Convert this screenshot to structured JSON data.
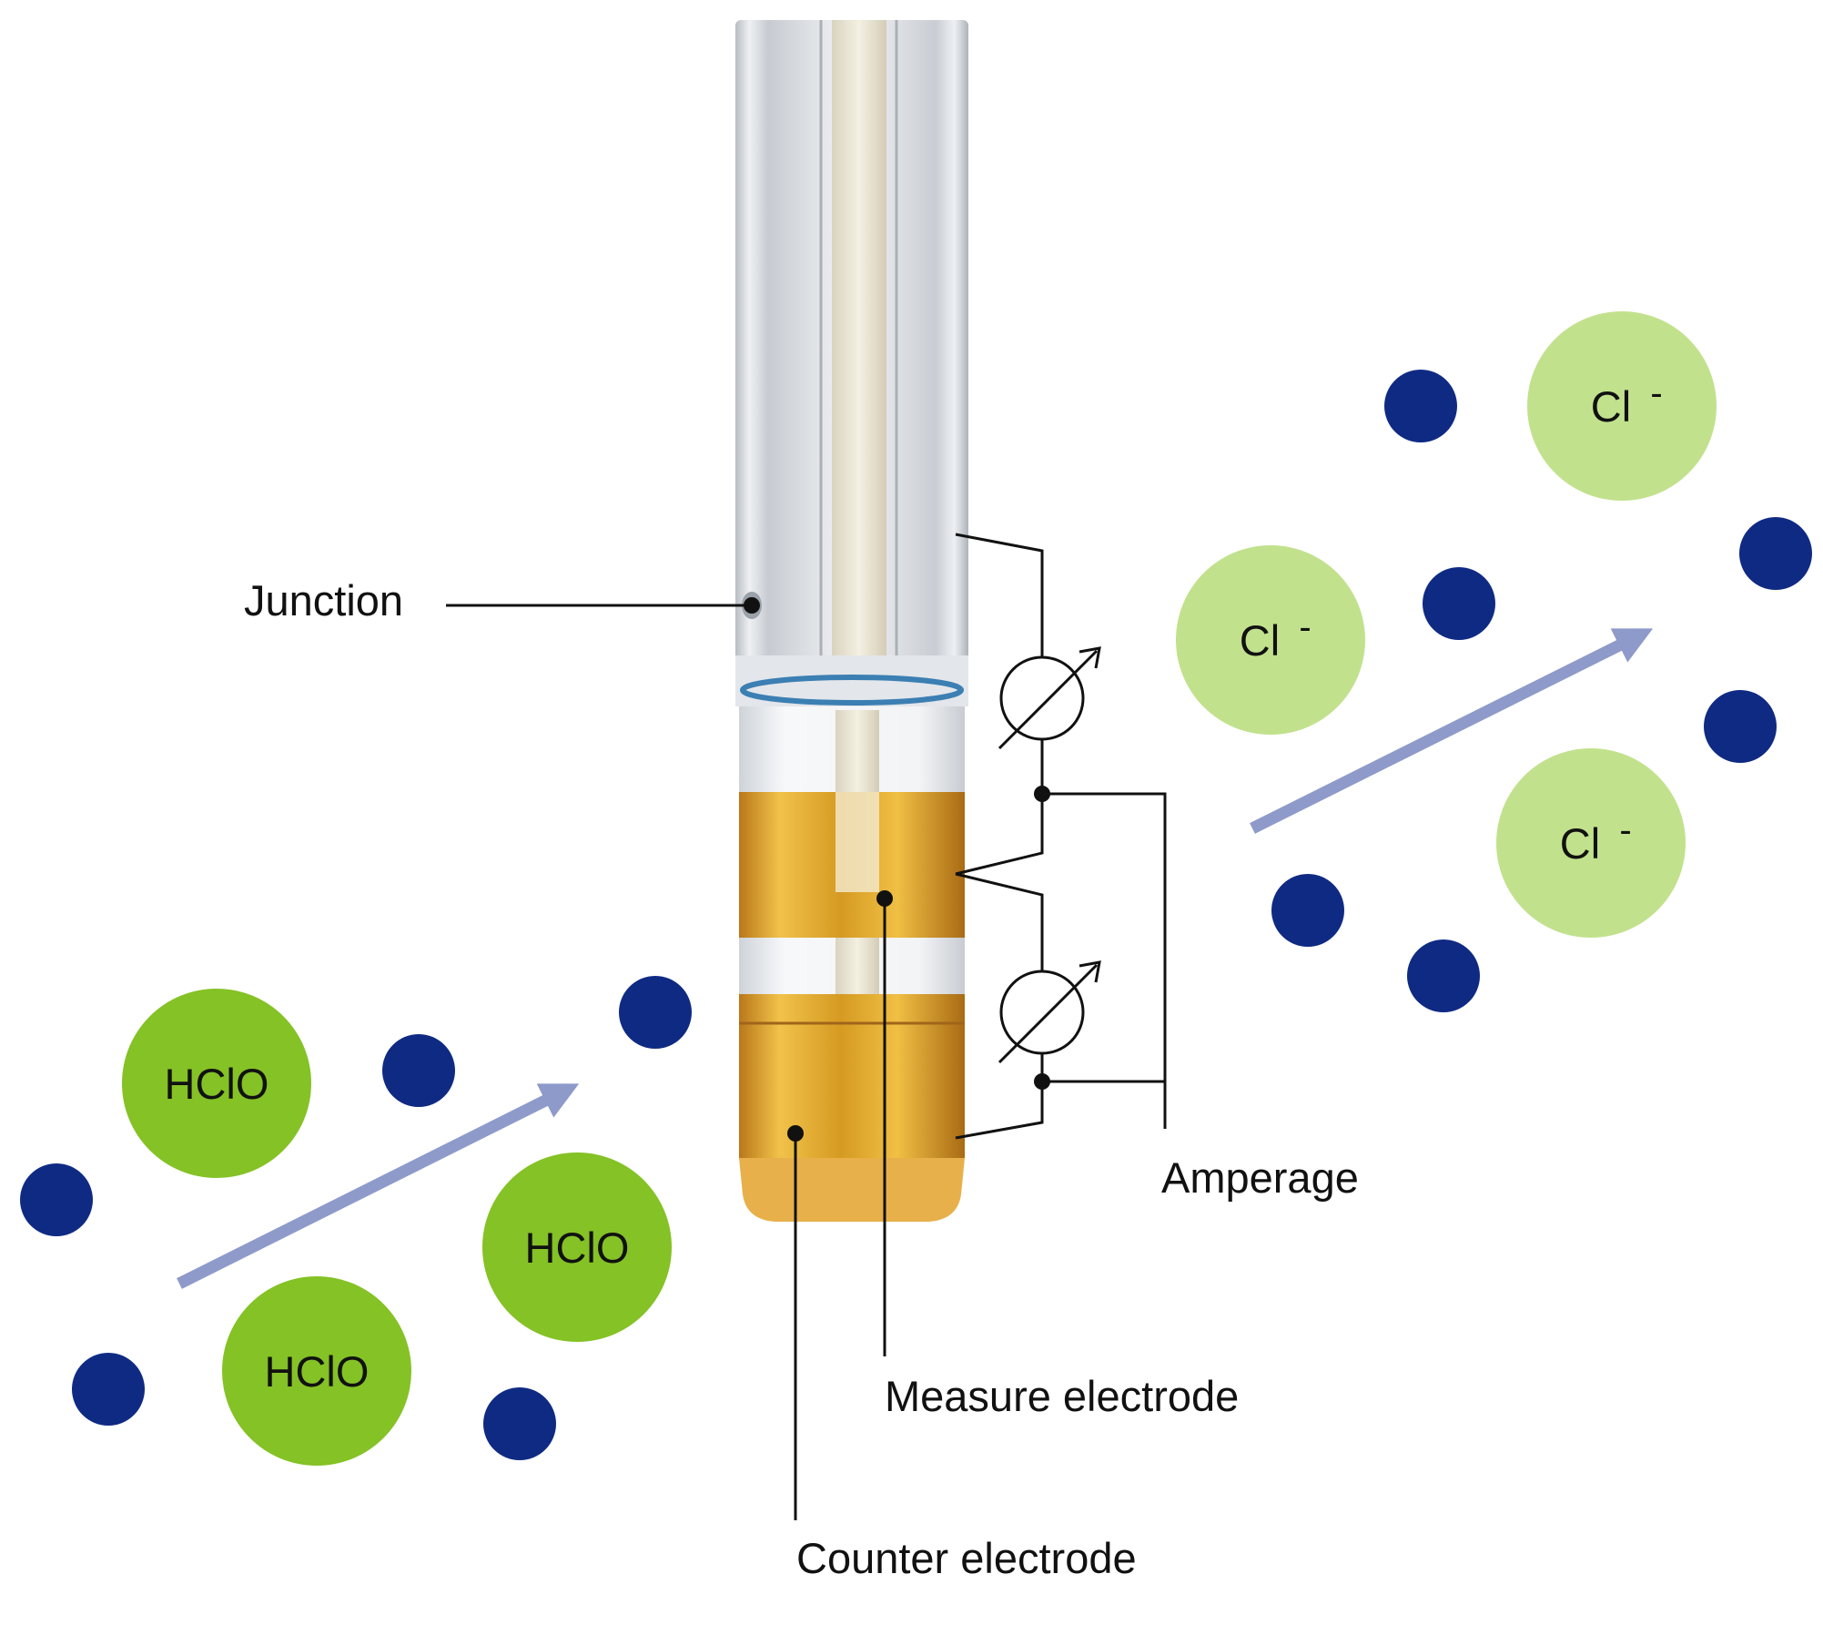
{
  "labels": {
    "junction": "Junction",
    "amperage": "Amperage",
    "measure_electrode": "Measure electrode",
    "counter_electrode": "Counter electrode"
  },
  "molecules": {
    "hclo": "HClO",
    "chloride": "Cl",
    "chloride_charge": "-"
  },
  "colors": {
    "hclo": "#84c225",
    "chloride": "#c2e18d",
    "particle": "#0f2a83",
    "arrow": "#8e9ac9",
    "gold": "#e2a526",
    "gold_dark": "#b9781a",
    "line": "#111111"
  },
  "icons": {
    "meter": "ammeter-symbol",
    "flow": "diffusion-arrow"
  }
}
